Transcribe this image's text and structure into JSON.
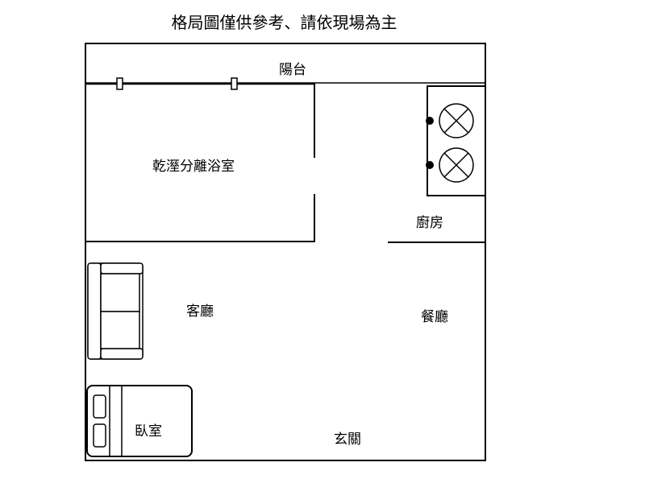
{
  "title": "格局圖僅供參考、請依現場為主",
  "rooms": {
    "balcony": "陽台",
    "bathroom": "乾溼分離浴室",
    "kitchen": "廚房",
    "living_room": "客廳",
    "dining_room": "餐廳",
    "bedroom": "臥室",
    "entrance": "玄關"
  },
  "colors": {
    "line": "#000000",
    "background": "#ffffff"
  }
}
